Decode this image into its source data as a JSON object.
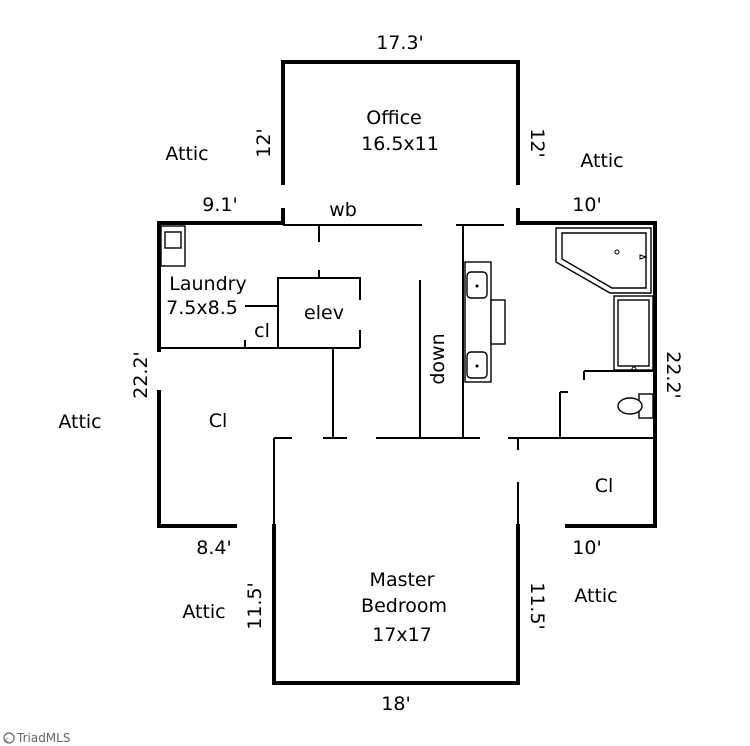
{
  "plan": {
    "rooms": {
      "office_name": "Office",
      "office_size": "16.5x11",
      "laundry_name": "Laundry",
      "laundry_size": "7.5x8.5",
      "cl_small": "cl",
      "elev": "elev",
      "wb": "wb",
      "down": "down",
      "closet_left": "Cl",
      "closet_right": "Cl",
      "master_line1": "Master",
      "master_line2": "Bedroom",
      "master_size": "17x17"
    },
    "attic": {
      "upper_left": "Attic",
      "upper_right": "Attic",
      "middle_left": "Attic",
      "lower_left": "Attic",
      "lower_right": "Attic"
    },
    "dimensions": {
      "office_top": "17.3'",
      "office_left": "12'",
      "office_right": "12'",
      "upper_left_wall": "9.1'",
      "upper_right_wall": "10'",
      "left_wall": "22.2'",
      "right_wall": "22.2'",
      "lower_left_wall": "8.4'",
      "lower_right_wall": "10'",
      "master_left": "11.5'",
      "master_right": "11.5'",
      "master_bottom": "18'"
    },
    "watermark": "TriadMLS"
  }
}
